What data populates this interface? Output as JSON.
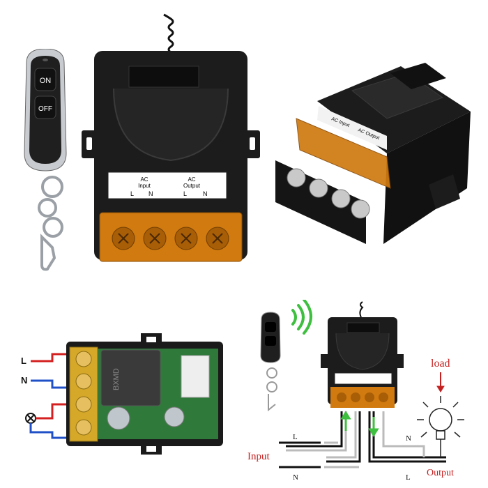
{
  "remote": {
    "on_label": "ON",
    "off_label": "OFF"
  },
  "receiver_front": {
    "ac_input_label": "AC\nInput",
    "ac_output_label": "AC\nOutput",
    "terminal_labels": [
      "L",
      "N",
      "L",
      "N"
    ]
  },
  "receiver_angled": {
    "ac_input_label": "AC Input",
    "ac_output_label": "AC Output"
  },
  "pcb_wiring": {
    "l_label": "L",
    "n_label": "N",
    "relay_text": "BXMD"
  },
  "diagram": {
    "load_label": "load",
    "input_label": "Input",
    "output_label": "Output",
    "l_top": "L",
    "n_bottom": "N",
    "n_right": "N",
    "l_right": "L"
  },
  "colors": {
    "housing": "#1c1c1c",
    "cover": "#d07a10",
    "red_wire": "#d42020",
    "blue_wire": "#2050c8",
    "green_arrow": "#3fbf3f",
    "load_text": "#c42020"
  }
}
